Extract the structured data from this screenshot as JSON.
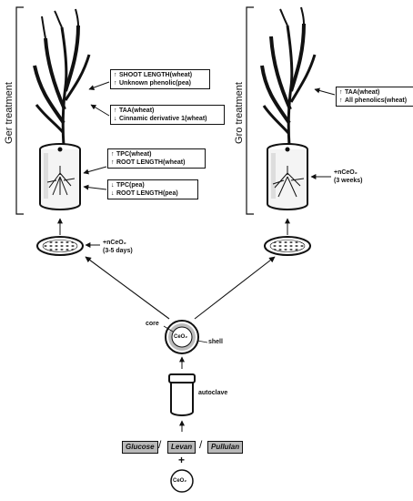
{
  "left_panel": {
    "title": "Ger treatment",
    "boxes": [
      {
        "rows": [
          {
            "arrow": "↑",
            "text": "SHOOT LENGTH(wheat)"
          },
          {
            "arrow": "↑",
            "text": "Unknown phenolic(pea)"
          }
        ]
      },
      {
        "rows": [
          {
            "arrow": "↑",
            "text": "TAA(wheat)"
          },
          {
            "arrow": "↓",
            "text": "Cinnamic derivative 1(wheat)"
          }
        ]
      },
      {
        "rows": [
          {
            "arrow": "↑",
            "text": "TPC(wheat)"
          },
          {
            "arrow": "↑",
            "text": "ROOT LENGTH(wheat)"
          }
        ]
      },
      {
        "rows": [
          {
            "arrow": "↓",
            "text": "TPC(pea)"
          },
          {
            "arrow": "↓",
            "text": "ROOT LENGTH(pea)"
          }
        ]
      }
    ],
    "dish_label_line1": "+nCeO₂",
    "dish_label_line2": "(3-5 days)"
  },
  "right_panel": {
    "title": "Gro treatment",
    "box": {
      "rows": [
        {
          "arrow": "↑",
          "text": "TAA(wheat)"
        },
        {
          "arrow": "↑",
          "text": "All phenolics(wheat)"
        }
      ]
    },
    "label_line1": "+nCeO₂",
    "label_line2": "(3 weeks)"
  },
  "particle": {
    "core_label": "core",
    "shell_label": "shell",
    "center_text": "CeO₂"
  },
  "autoclave_label": "autoclave",
  "sugars": [
    "Glucose",
    "Levan",
    "Pullulan"
  ],
  "separators": [
    "/",
    "/"
  ],
  "plus": "+",
  "ceo2_circle": "CeO₂"
}
